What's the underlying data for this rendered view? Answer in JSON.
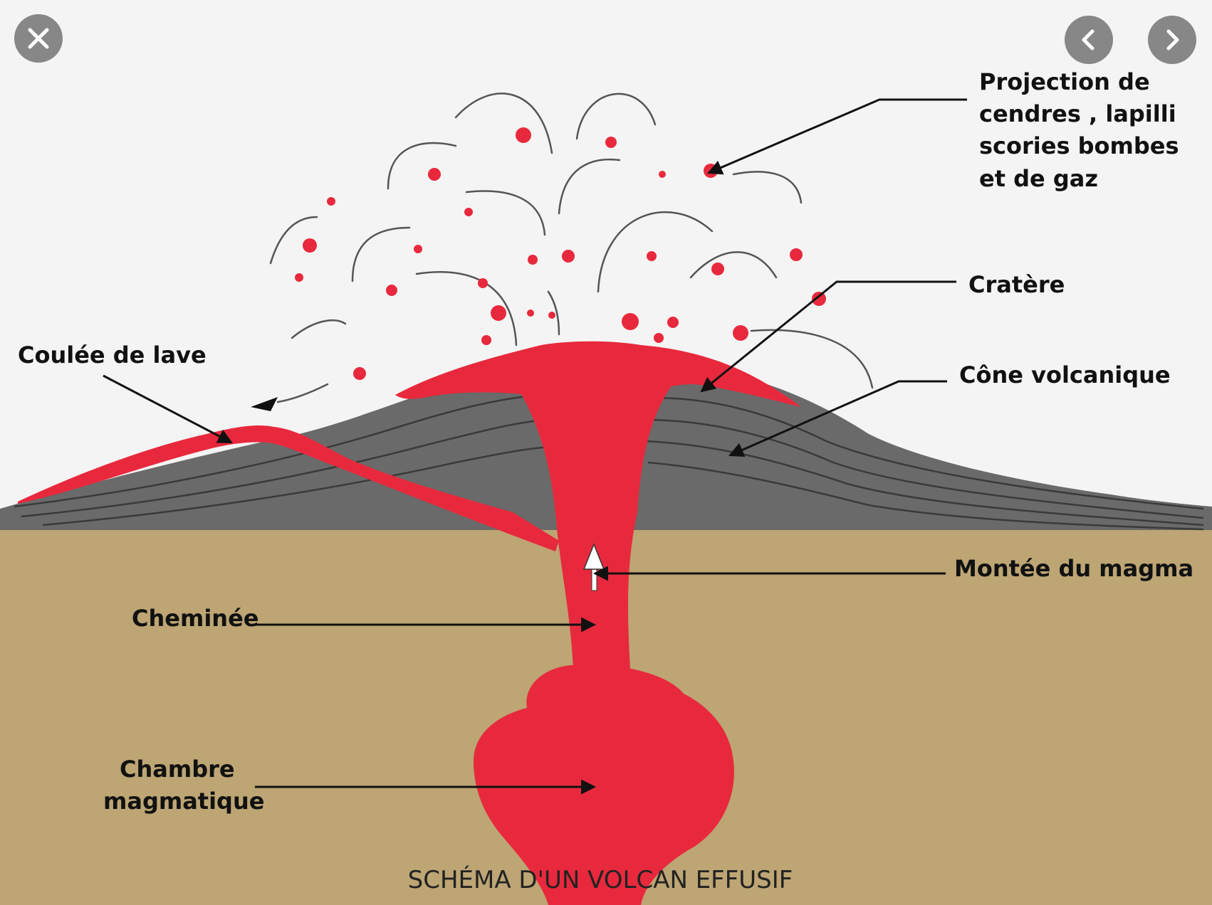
{
  "diagram": {
    "title": "SCHÉMA D'UN VOLCAN EFFUSIF",
    "labels": {
      "projection_line1": "Projection de",
      "projection_line2": "cendres , lapilli",
      "projection_line3": "scories bombes",
      "projection_line4": "et de gaz",
      "cratere": "Cratère",
      "coulee": "Coulée de lave",
      "cone": "Cône volcanique",
      "montee": "Montée du magma",
      "cheminee": "Cheminée",
      "chambre_line1": "Chambre",
      "chambre_line2": "magmatique"
    },
    "colors": {
      "sky": "#f4f4f4",
      "ground": "#bda574",
      "magma": "#e8293d",
      "cone": "#6a6a6a",
      "cone_lines": "#3a3a3a",
      "ink": "#111111"
    }
  },
  "controls": {
    "close_icon": "close-icon",
    "prev_icon": "chevron-left-icon",
    "next_icon": "chevron-right-icon"
  }
}
